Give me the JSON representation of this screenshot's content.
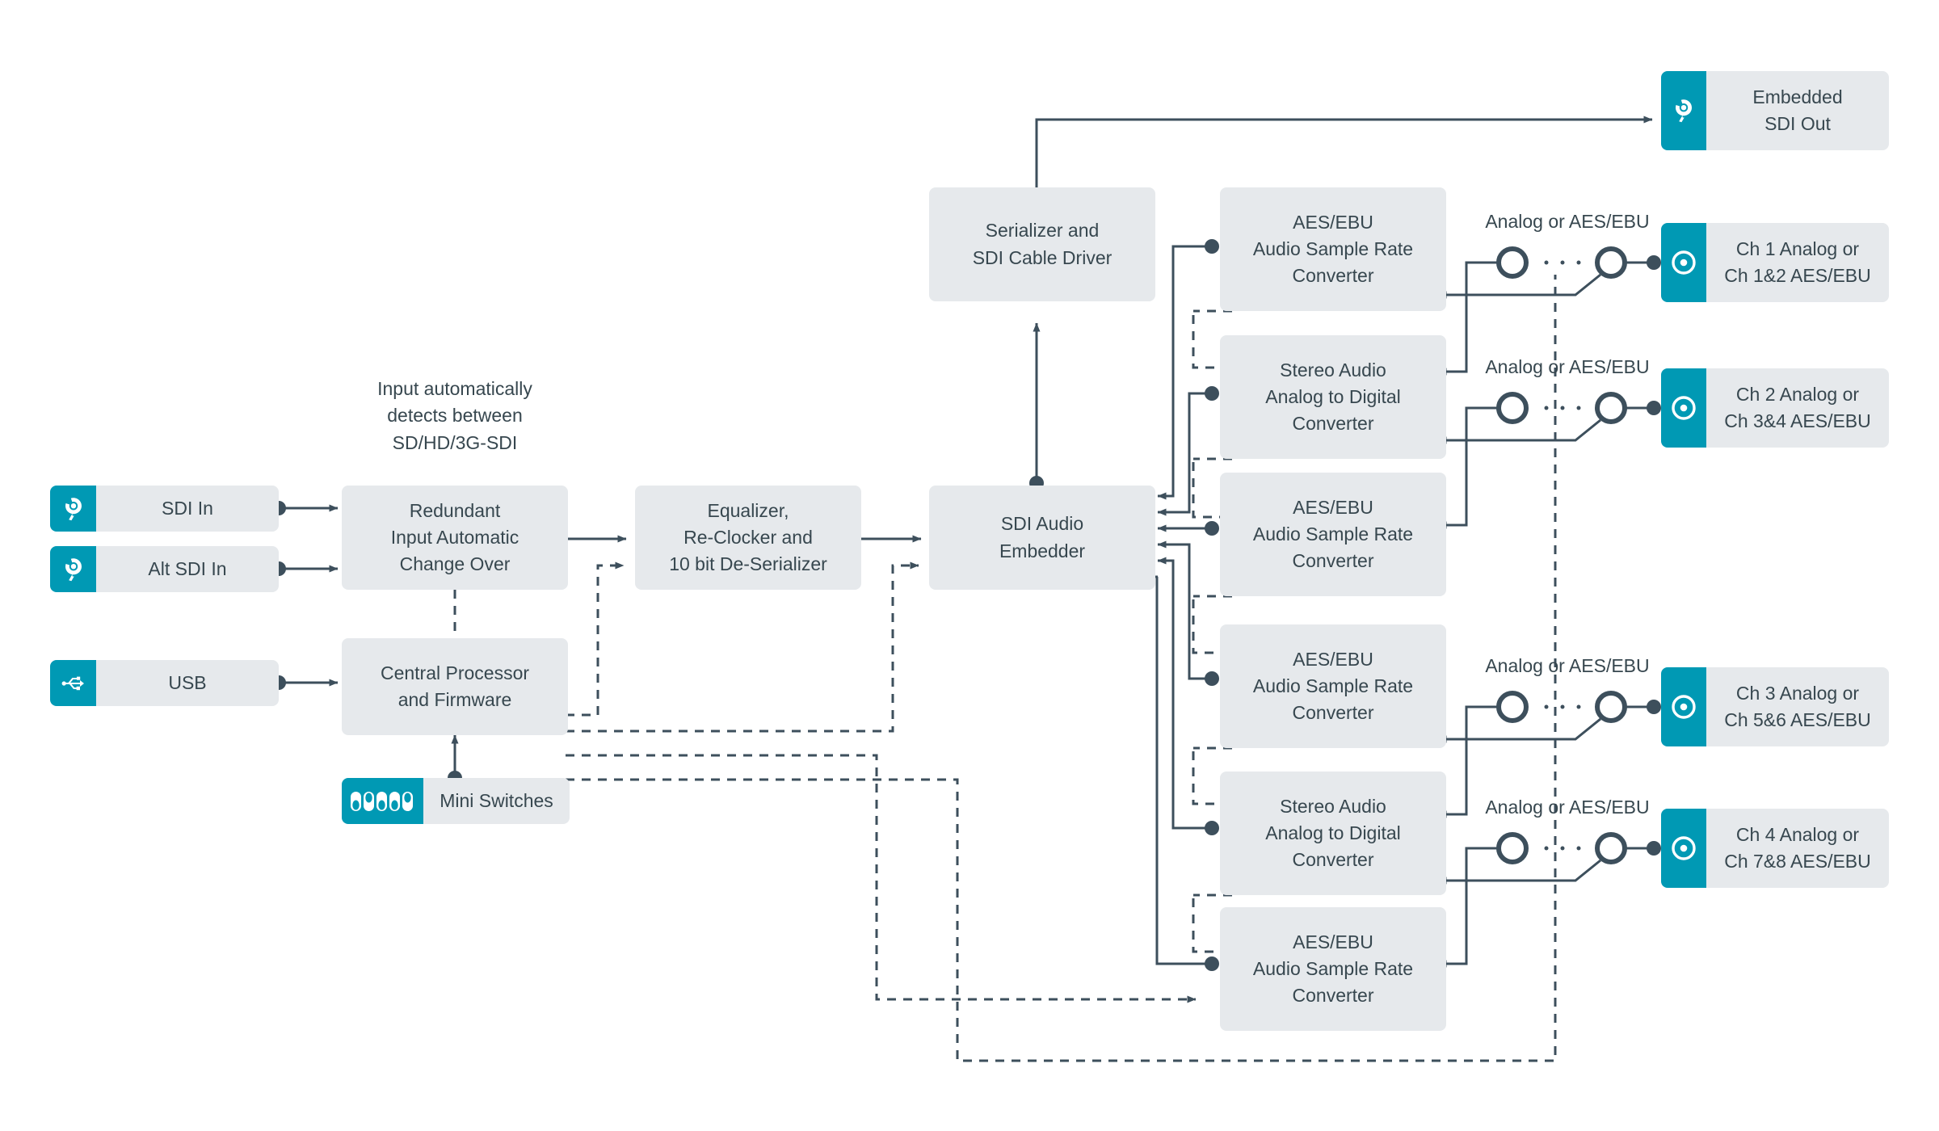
{
  "colors": {
    "teal": "#0099b4",
    "box_fill": "#e6e9ec",
    "text": "#37474f",
    "wire": "#3d4f5c",
    "background": "#ffffff"
  },
  "inputs": [
    {
      "id": "sdi-in",
      "icon": "sdi-connector-icon",
      "label": "SDI In"
    },
    {
      "id": "alt-sdi-in",
      "icon": "sdi-connector-icon",
      "label": "Alt SDI In"
    },
    {
      "id": "usb",
      "icon": "usb-icon",
      "label": "USB"
    }
  ],
  "mini_switches": {
    "icon": "dip-switches-icon",
    "label": "Mini Switches"
  },
  "captions": {
    "input_detect": [
      "Input automatically",
      "detects between",
      "SD/HD/3G-SDI"
    ],
    "analog_or_aes": "Analog or AES/EBU"
  },
  "process_blocks": [
    {
      "id": "redundant-input",
      "lines": [
        "Redundant",
        "Input Automatic",
        "Change Over"
      ]
    },
    {
      "id": "equalizer",
      "lines": [
        "Equalizer,",
        "Re-Clocker and",
        "10 bit De-Serializer"
      ]
    },
    {
      "id": "central-processor",
      "lines": [
        "Central Processor",
        "and Firmware"
      ]
    },
    {
      "id": "sdi-audio-embedder",
      "lines": [
        "SDI Audio",
        "Embedder"
      ]
    },
    {
      "id": "serializer",
      "lines": [
        "Serializer and",
        "SDI Cable Driver"
      ]
    }
  ],
  "converters": [
    {
      "id": "conv-1",
      "type": "aes",
      "lines": [
        "AES/EBU",
        "Audio Sample Rate",
        "Converter"
      ]
    },
    {
      "id": "conv-2",
      "type": "stereo",
      "lines": [
        "Stereo Audio",
        "Analog to Digital",
        "Converter"
      ]
    },
    {
      "id": "conv-3",
      "type": "aes",
      "lines": [
        "AES/EBU",
        "Audio Sample Rate",
        "Converter"
      ]
    },
    {
      "id": "conv-4",
      "type": "aes",
      "lines": [
        "AES/EBU",
        "Audio Sample Rate",
        "Converter"
      ]
    },
    {
      "id": "conv-5",
      "type": "stereo",
      "lines": [
        "Stereo Audio",
        "Analog to Digital",
        "Converter"
      ]
    },
    {
      "id": "conv-6",
      "type": "aes",
      "lines": [
        "AES/EBU",
        "Audio Sample Rate",
        "Converter"
      ]
    }
  ],
  "outputs": [
    {
      "id": "embedded-sdi-out",
      "icon": "sdi-connector-icon",
      "lines": [
        "Embedded",
        "SDI Out"
      ]
    }
  ],
  "audio_channels": [
    {
      "id": "ch1",
      "icon": "audio-connector-icon",
      "lines": [
        "Ch 1 Analog or",
        "Ch 1&2 AES/EBU"
      ],
      "switch_caption": "Analog or AES/EBU"
    },
    {
      "id": "ch2",
      "icon": "audio-connector-icon",
      "lines": [
        "Ch 2 Analog or",
        "Ch 3&4 AES/EBU"
      ],
      "switch_caption": "Analog or AES/EBU"
    },
    {
      "id": "ch3",
      "icon": "audio-connector-icon",
      "lines": [
        "Ch 3 Analog or",
        "Ch 5&6 AES/EBU"
      ],
      "switch_caption": "Analog or AES/EBU"
    },
    {
      "id": "ch4",
      "icon": "audio-connector-icon",
      "lines": [
        "Ch 4 Analog or",
        "Ch 7&8 AES/EBU"
      ],
      "switch_caption": "Analog or AES/EBU"
    }
  ]
}
